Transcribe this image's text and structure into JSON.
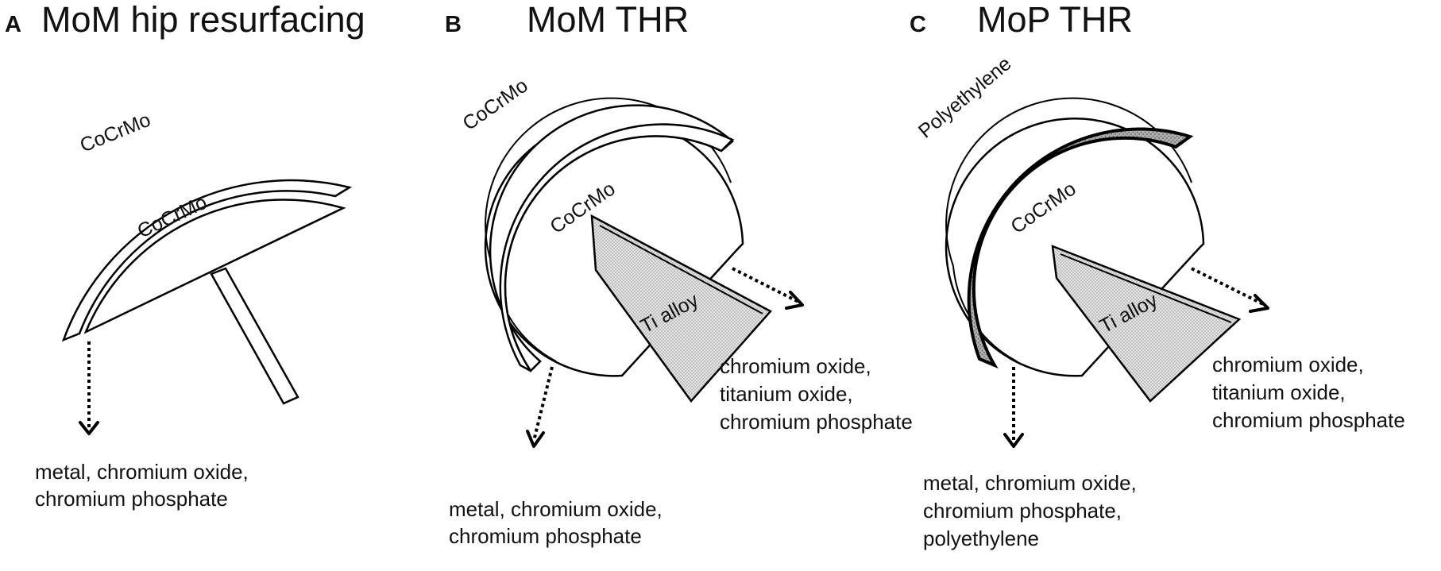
{
  "panels": {
    "a": {
      "letter": "A",
      "title": "MoM hip resurfacing",
      "cup_label": "CoCrMo",
      "head_label": "CoCrMo",
      "debris": [
        "metal, chromium oxide,",
        "chromium phosphate"
      ]
    },
    "b": {
      "letter": "B",
      "title": "MoM THR",
      "cup_label": "CoCrMo",
      "head_label": "CoCrMo",
      "stem_label": "Ti alloy",
      "debris_cup": [
        "metal, chromium oxide,",
        "chromium phosphate"
      ],
      "debris_stem": [
        "chromium oxide,",
        "titanium oxide,",
        "chromium phosphate"
      ]
    },
    "c": {
      "letter": "C",
      "title": "MoP THR",
      "cup_label": "Polyethylene",
      "head_label": "CoCrMo",
      "stem_label": "Ti alloy",
      "debris_cup": [
        "metal, chromium oxide,",
        "chromium phosphate,",
        "polyethylene"
      ],
      "debris_stem": [
        "chromium oxide,",
        "titanium oxide,",
        "chromium phosphate"
      ]
    }
  },
  "colors": {
    "stroke": "#000000",
    "stem_fill": "#d9d9d9",
    "liner_fill": "#a6a6a6"
  }
}
